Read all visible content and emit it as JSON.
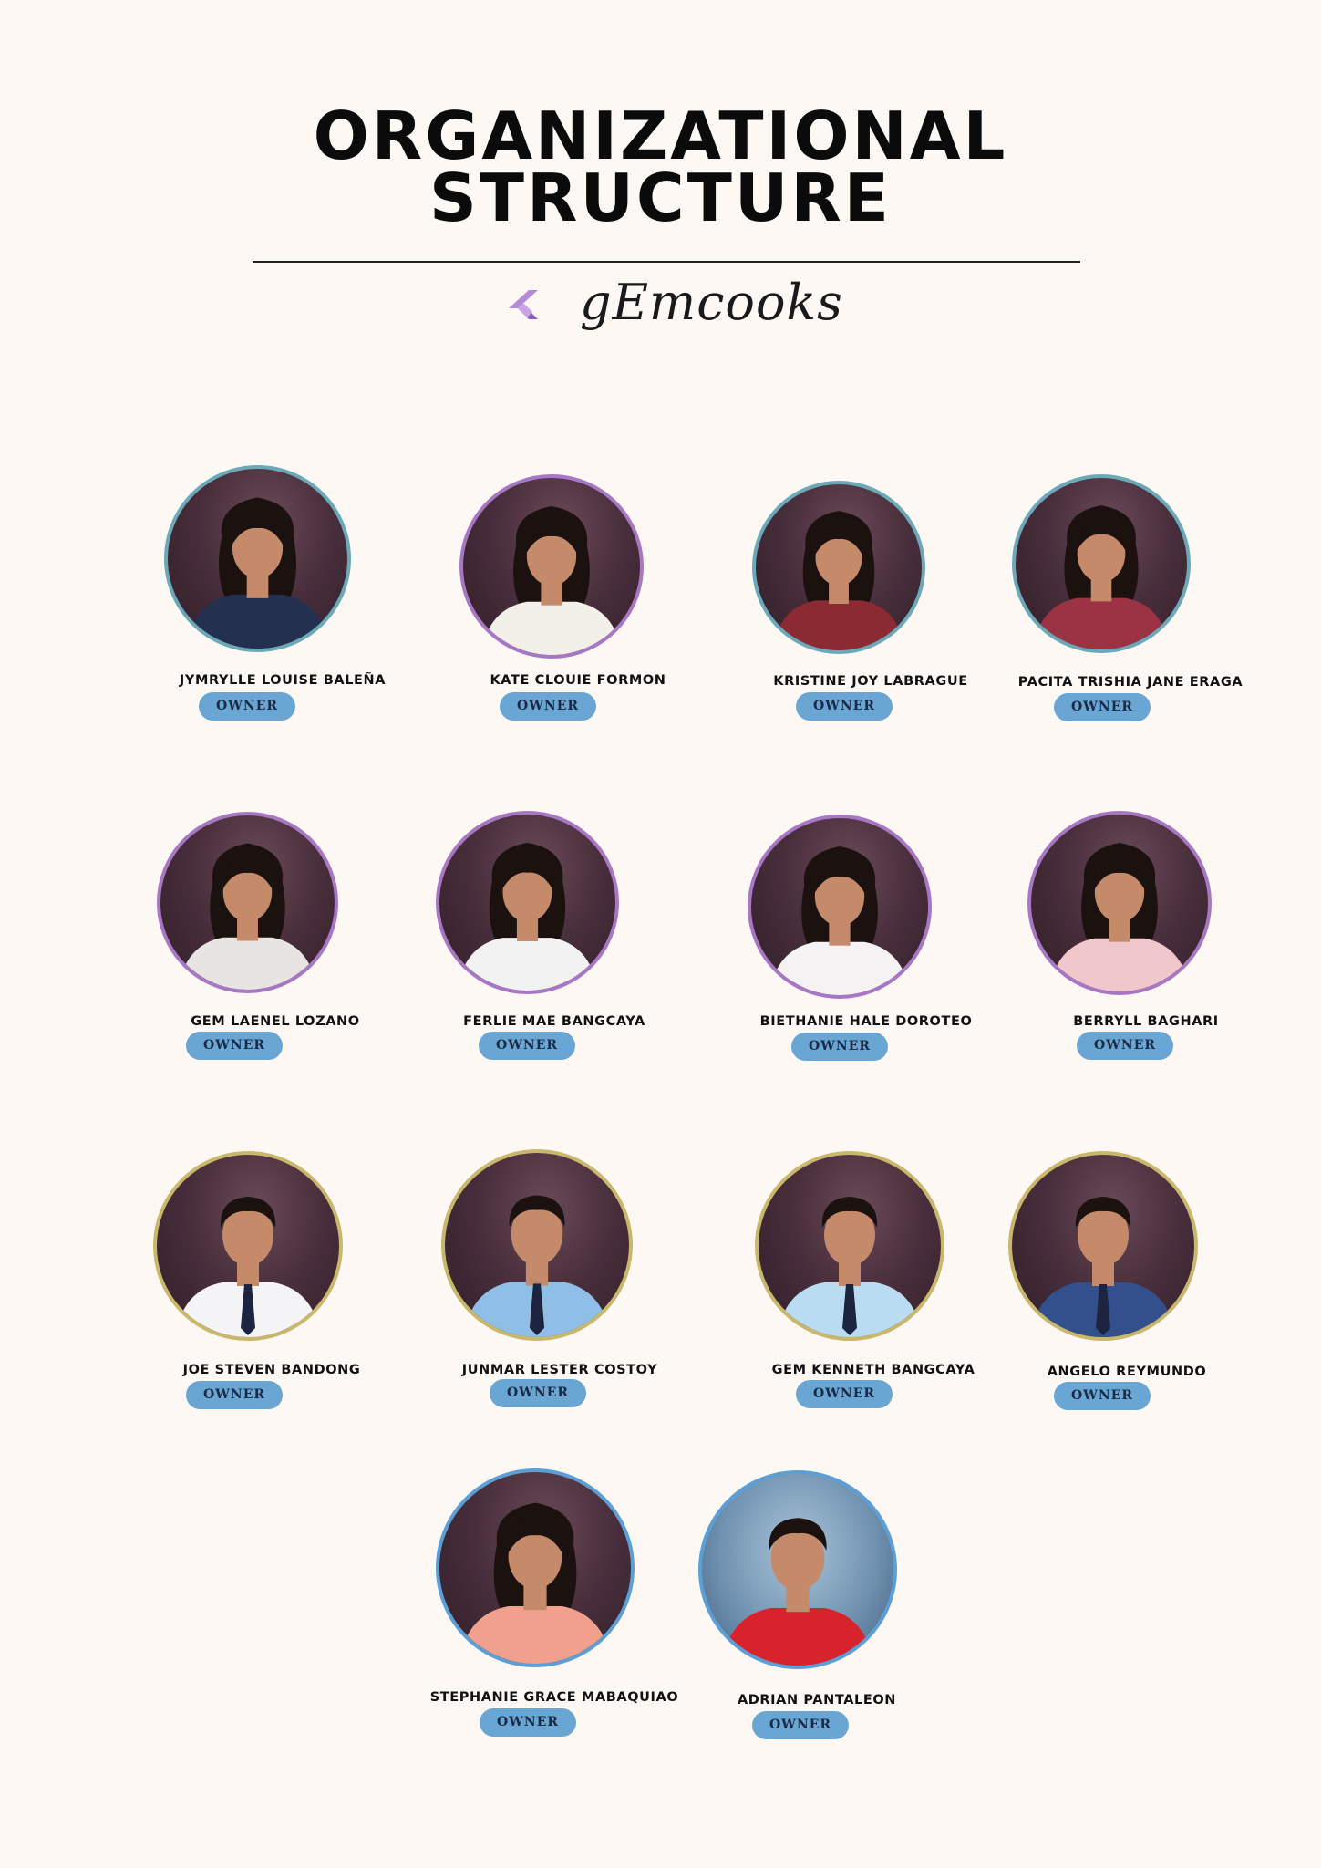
{
  "title_lines": [
    "ORGANIZATIONAL",
    "STRUCTURE"
  ],
  "brand": {
    "name": "gEmcooks",
    "logo_icon": "flutter-logo-icon"
  },
  "colors": {
    "background": "#fdf8f4",
    "badge": "#6aa6d4",
    "ring_teal": "#6ba9b8",
    "ring_purple": "#a877c4",
    "ring_gold": "#c9b86c",
    "ring_blue": "#5c9fd6"
  },
  "members": [
    {
      "name": "JYMRYLLE LOUISE BALEÑA",
      "role": "OWNER",
      "ring": "#6ba9b8",
      "gender": "f",
      "outfit": "#23304f"
    },
    {
      "name": "KATE CLOUIE FORMON",
      "role": "OWNER",
      "ring": "#a877c4",
      "gender": "f",
      "outfit": "#f3efe9"
    },
    {
      "name": "KRISTINE JOY LABRAGUE",
      "role": "OWNER",
      "ring": "#6ba9b8",
      "gender": "f",
      "outfit": "#8b2a33"
    },
    {
      "name": "PACITA TRISHIA JANE ERAGA",
      "role": "OWNER",
      "ring": "#6ba9b8",
      "gender": "f",
      "outfit": "#9c3344"
    },
    {
      "name": "GEM LAENEL LOZANO",
      "role": "OWNER",
      "ring": "#a877c4",
      "gender": "f",
      "outfit": "#e8e4e2"
    },
    {
      "name": "FERLIE MAE BANGCAYA",
      "role": "OWNER",
      "ring": "#a877c4",
      "gender": "f",
      "outfit": "#f2f2f2"
    },
    {
      "name": "BIETHANIE HALE DOROTEO",
      "role": "OWNER",
      "ring": "#a877c4",
      "gender": "f",
      "outfit": "#f4f2f2"
    },
    {
      "name": "BERRYLL BAGHARI",
      "role": "OWNER",
      "ring": "#a877c4",
      "gender": "f",
      "outfit": "#f0c8cc"
    },
    {
      "name": "JOE STEVEN BANDONG",
      "role": "OWNER",
      "ring": "#c9b86c",
      "gender": "m",
      "outfit": "#f4f4f6"
    },
    {
      "name": "JUNMAR LESTER COSTOY",
      "role": "OWNER",
      "ring": "#c9b86c",
      "gender": "m",
      "outfit": "#8fbfe6"
    },
    {
      "name": "GEM KENNETH BANGCAYA",
      "role": "OWNER",
      "ring": "#c9b86c",
      "gender": "m",
      "outfit": "#b9dcf2"
    },
    {
      "name": "ANGELO REYMUNDO",
      "role": "OWNER",
      "ring": "#c9b86c",
      "gender": "m",
      "outfit": "#34508c"
    },
    {
      "name": "STEPHANIE GRACE MABAQUIAO",
      "role": "OWNER",
      "ring": "#5c9fd6",
      "gender": "f",
      "outfit": "#f2a08e"
    },
    {
      "name": "ADRIAN PANTALEON",
      "role": "OWNER",
      "ring": "#5c9fd6",
      "gender": "m",
      "outfit": "#d8232c"
    }
  ]
}
